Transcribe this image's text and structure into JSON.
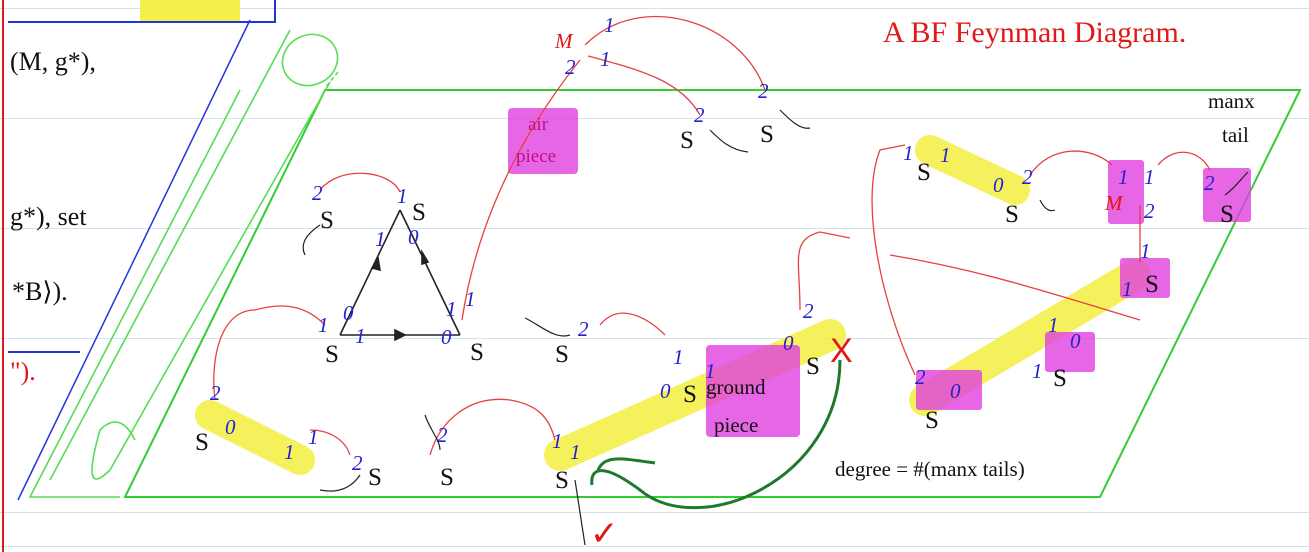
{
  "title": "A BF Feynman Diagram.",
  "left_text": {
    "line1": "(M, g*),",
    "line2": "g*), set",
    "line3": "*B⟩).",
    "line4": "\")."
  },
  "manx_tail_label": [
    "manx",
    "tail"
  ],
  "air_piece_label": [
    "air",
    "piece"
  ],
  "ground_piece_label": [
    "ground",
    "piece"
  ],
  "degree_caption": "degree = #(manx tails)",
  "vertex_symbol": "S",
  "m_symbol": "M",
  "numbers": {
    "zero": "0",
    "one": "1",
    "two": "2"
  },
  "annotations": {
    "cross": "X",
    "check": "✓"
  },
  "colors": {
    "propagator_red": "#e84040",
    "frame_green": "#33cc33",
    "scroll_green": "#55dd55",
    "label_blue": "#2222cc",
    "highlight_yellow": "#f4f04a",
    "highlight_pink": "#e040e0",
    "arrow_darkgreen": "#1e7a2a",
    "margin_blue": "#2233dd",
    "margin_red": "#e01818"
  }
}
